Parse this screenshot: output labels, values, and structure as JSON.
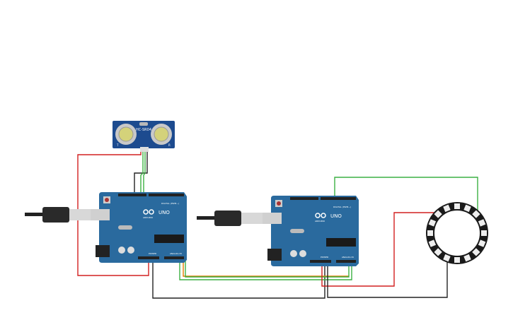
{
  "sensor": {
    "label": "HC-SR04",
    "pin_left": "T",
    "pin_right": "R"
  },
  "arduinos": [
    {
      "brand": "ARDUINO",
      "model": "UNO",
      "digital_label": "DIGITAL (PWM~)",
      "power_label": "POWER",
      "analog_label": "ANALOG IN"
    },
    {
      "brand": "ARDUINO",
      "model": "UNO",
      "digital_label": "DIGITAL (PWM~)",
      "power_label": "POWER",
      "analog_label": "ANALOG IN"
    }
  ],
  "neopixel_ring": {
    "pixel_count": 16
  },
  "colors": {
    "board": "#2a6a9e",
    "wire_red": "#d22020",
    "wire_green": "#3cb043",
    "wire_black": "#222222",
    "wire_orange": "#e07b00",
    "sensor_board": "#1d4b8f"
  }
}
